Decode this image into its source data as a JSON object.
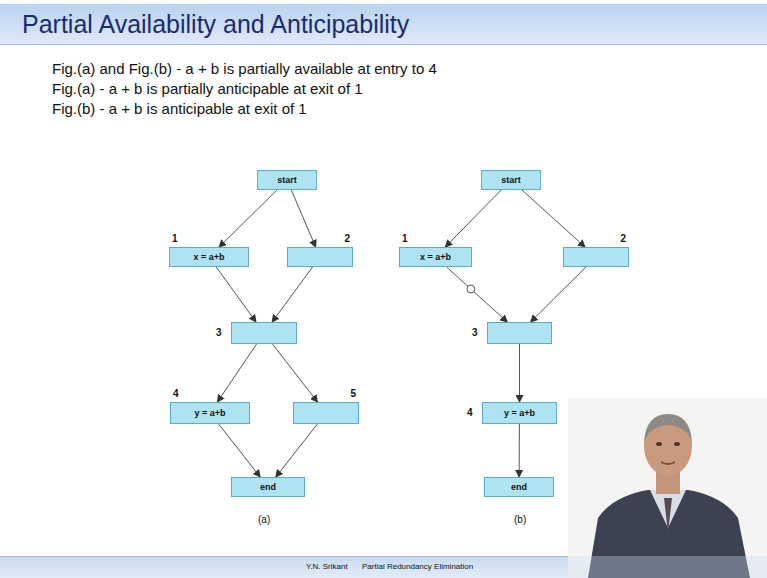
{
  "diagram": {
    "title": "Partial Availability and Anticipability",
    "nodes": [
      {
        "text": [
          "start"
        ]
      },
      {
        "text": [
          "1",
          "x = a+b"
        ]
      },
      {
        "text": [
          "2"
        ]
      },
      {
        "text": [
          "3"
        ]
      },
      {
        "text": [
          "4",
          "y = a+b"
        ]
      },
      {
        "text": [
          "5"
        ]
      },
      {
        "text": [
          "end"
        ]
      },
      {
        "text": [
          "start"
        ]
      },
      {
        "text": [
          "1",
          "x = a+b"
        ]
      },
      {
        "text": [
          "2"
        ]
      },
      {
        "text": [
          "3"
        ]
      },
      {
        "text": [
          "4",
          "y = a+b"
        ]
      },
      {
        "text": [
          "end"
        ]
      }
    ],
    "edges": [
      {
        "from": 0,
        "to": 1,
        "arrow": "to"
      },
      {
        "from": 0,
        "to": 2,
        "arrow": "to"
      },
      {
        "from": 1,
        "to": 3,
        "arrow": "to"
      },
      {
        "from": 2,
        "to": 3,
        "arrow": "to"
      },
      {
        "from": 3,
        "to": 4,
        "arrow": "to"
      },
      {
        "from": 3,
        "to": 5,
        "arrow": "to"
      },
      {
        "from": 4,
        "to": 6,
        "arrow": "to"
      },
      {
        "from": 5,
        "to": 6,
        "arrow": "to"
      },
      {
        "from": 7,
        "to": 8,
        "arrow": "to"
      },
      {
        "from": 7,
        "to": 9,
        "arrow": "to"
      },
      {
        "from": 8,
        "to": 10,
        "arrow": "to"
      },
      {
        "from": 9,
        "to": 10,
        "arrow": "to"
      },
      {
        "from": 10,
        "to": 11,
        "arrow": "to"
      },
      {
        "from": 11,
        "to": 12,
        "arrow": "to"
      }
    ],
    "labels": [
      "Fig.(a) and Fig.(b) - a + b is partially available at entry to 4",
      "Fig.(a) - a + b is partially anticipable at exit of 1",
      "Fig.(b) - a + b is anticipable at exit of 1",
      "(a)",
      "(b)",
      "Y.N. Srikant",
      "Partial Redundancy Elimination"
    ]
  }
}
